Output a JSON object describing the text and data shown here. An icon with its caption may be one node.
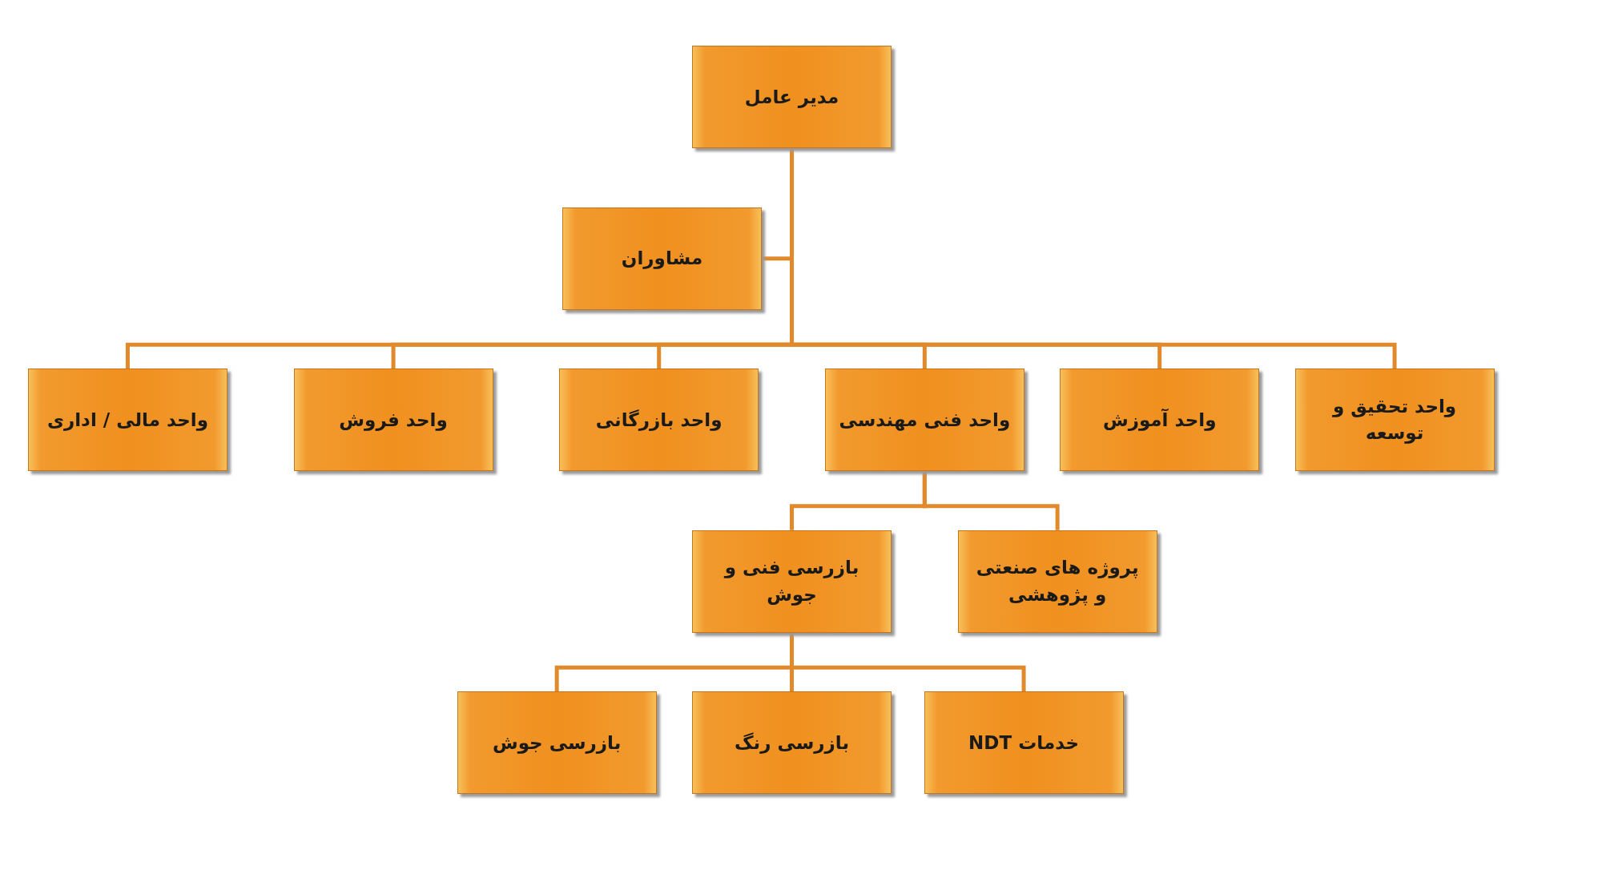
{
  "diagram": {
    "nodes": [
      {
        "text": [
          "مدیر عامل"
        ]
      },
      {
        "text": [
          "مشاوران"
        ]
      },
      {
        "text": [
          "واحد مالی / اداری"
        ]
      },
      {
        "text": [
          "واحد فروش"
        ]
      },
      {
        "text": [
          "واحد بازرگانی"
        ]
      },
      {
        "text": [
          "واحد فنی مهندسی"
        ]
      },
      {
        "text": [
          "واحد آموزش"
        ]
      },
      {
        "text": [
          "واحد تحقیق و توسعه"
        ]
      },
      {
        "text": [
          "بازرسی فنی و جوش"
        ]
      },
      {
        "text": [
          "پروژه های صنعتی و پژوهشی"
        ]
      },
      {
        "text": [
          "بازرسی جوش"
        ]
      },
      {
        "text": [
          "بازرسی رنگ"
        ]
      },
      {
        "text": [
          "خدمات NDT"
        ]
      }
    ],
    "edges": [
      {
        "from": 0,
        "to": 1,
        "arrow": "none"
      },
      {
        "from": 0,
        "to": 2,
        "arrow": "none"
      },
      {
        "from": 0,
        "to": 3,
        "arrow": "none"
      },
      {
        "from": 0,
        "to": 4,
        "arrow": "none"
      },
      {
        "from": 0,
        "to": 5,
        "arrow": "none"
      },
      {
        "from": 0,
        "to": 6,
        "arrow": "none"
      },
      {
        "from": 0,
        "to": 7,
        "arrow": "none"
      },
      {
        "from": 5,
        "to": 8,
        "arrow": "none"
      },
      {
        "from": 5,
        "to": 9,
        "arrow": "none"
      },
      {
        "from": 8,
        "to": 10,
        "arrow": "none"
      },
      {
        "from": 8,
        "to": 11,
        "arrow": "none"
      },
      {
        "from": 8,
        "to": 12,
        "arrow": "none"
      }
    ]
  }
}
